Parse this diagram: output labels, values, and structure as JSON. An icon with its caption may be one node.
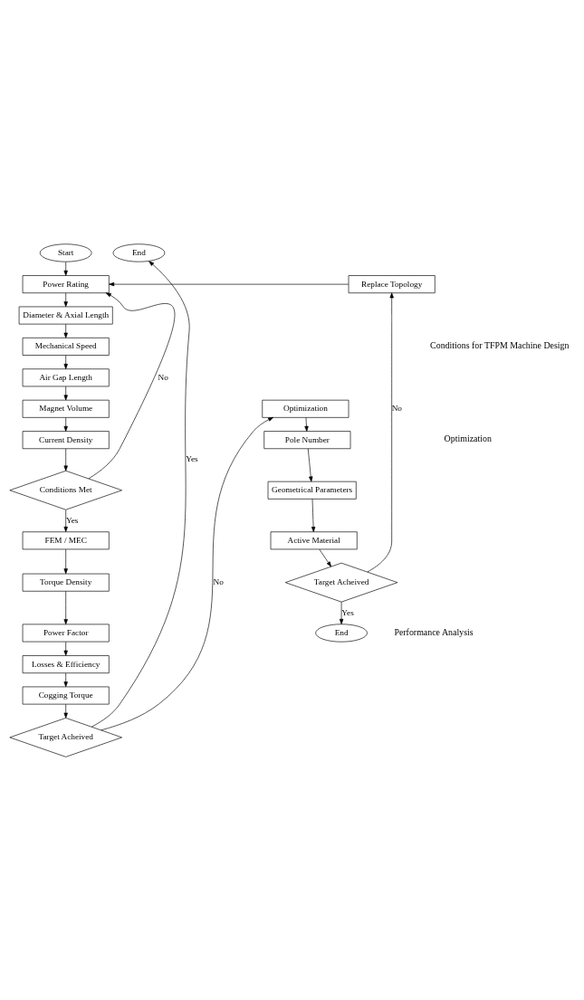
{
  "diagram": {
    "nodes": [
      {
        "text": [
          "Start"
        ]
      },
      {
        "text": [
          "Power Rating"
        ]
      },
      {
        "text": [
          "Diameter & Axial Length"
        ]
      },
      {
        "text": [
          "Mechanical Speed"
        ]
      },
      {
        "text": [
          "Air Gap Length"
        ]
      },
      {
        "text": [
          "Magnet Volume"
        ]
      },
      {
        "text": [
          "Current Density"
        ]
      },
      {
        "text": [
          "Conditions Met"
        ]
      },
      {
        "text": [
          "FEM / MEC"
        ]
      },
      {
        "text": [
          "Torque Density"
        ]
      },
      {
        "text": [
          "Power Factor"
        ]
      },
      {
        "text": [
          "Losses & Efficiency"
        ]
      },
      {
        "text": [
          "Cogging Torque"
        ]
      },
      {
        "text": [
          "Target Acheived"
        ]
      },
      {
        "text": [
          "End"
        ]
      },
      {
        "text": [
          "Optimization"
        ]
      },
      {
        "text": [
          "Pole Number"
        ]
      },
      {
        "text": [
          "Geometrical Parameters"
        ]
      },
      {
        "text": [
          "Active Material"
        ]
      },
      {
        "text": [
          "Target Acheived"
        ]
      },
      {
        "text": [
          "End"
        ]
      },
      {
        "text": [
          "Replace Topology"
        ]
      }
    ],
    "edges": [
      {
        "from": 0,
        "to": 1,
        "arrow": "to"
      },
      {
        "from": 1,
        "to": 2,
        "arrow": "to"
      },
      {
        "from": 2,
        "to": 3,
        "arrow": "to"
      },
      {
        "from": 3,
        "to": 4,
        "arrow": "to"
      },
      {
        "from": 4,
        "to": 5,
        "arrow": "to"
      },
      {
        "from": 5,
        "to": 6,
        "arrow": "to"
      },
      {
        "from": 6,
        "to": 7,
        "arrow": "to"
      },
      {
        "from": 7,
        "to": 1,
        "arrow": "to",
        "label": "No"
      },
      {
        "from": 7,
        "to": 8,
        "arrow": "to",
        "label": "Yes"
      },
      {
        "from": 8,
        "to": 9,
        "arrow": "to"
      },
      {
        "from": 9,
        "to": 10,
        "arrow": "to"
      },
      {
        "from": 10,
        "to": 11,
        "arrow": "to"
      },
      {
        "from": 11,
        "to": 12,
        "arrow": "to"
      },
      {
        "from": 12,
        "to": 13,
        "arrow": "to"
      },
      {
        "from": 13,
        "to": 14,
        "arrow": "to",
        "label": "Yes"
      },
      {
        "from": 13,
        "to": 15,
        "arrow": "to",
        "label": "No"
      },
      {
        "from": 15,
        "to": 16,
        "arrow": "to"
      },
      {
        "from": 16,
        "to": 17,
        "arrow": "to"
      },
      {
        "from": 17,
        "to": 18,
        "arrow": "to"
      },
      {
        "from": 18,
        "to": 19,
        "arrow": "to"
      },
      {
        "from": 19,
        "to": 20,
        "arrow": "to",
        "label": "Yes"
      },
      {
        "from": 19,
        "to": 21,
        "arrow": "to",
        "label": "No"
      },
      {
        "from": 21,
        "to": 1,
        "arrow": "to"
      }
    ],
    "labels": [
      "Conditions for TFPM Machine Design",
      "Performance Analysis",
      "Optimization"
    ]
  }
}
